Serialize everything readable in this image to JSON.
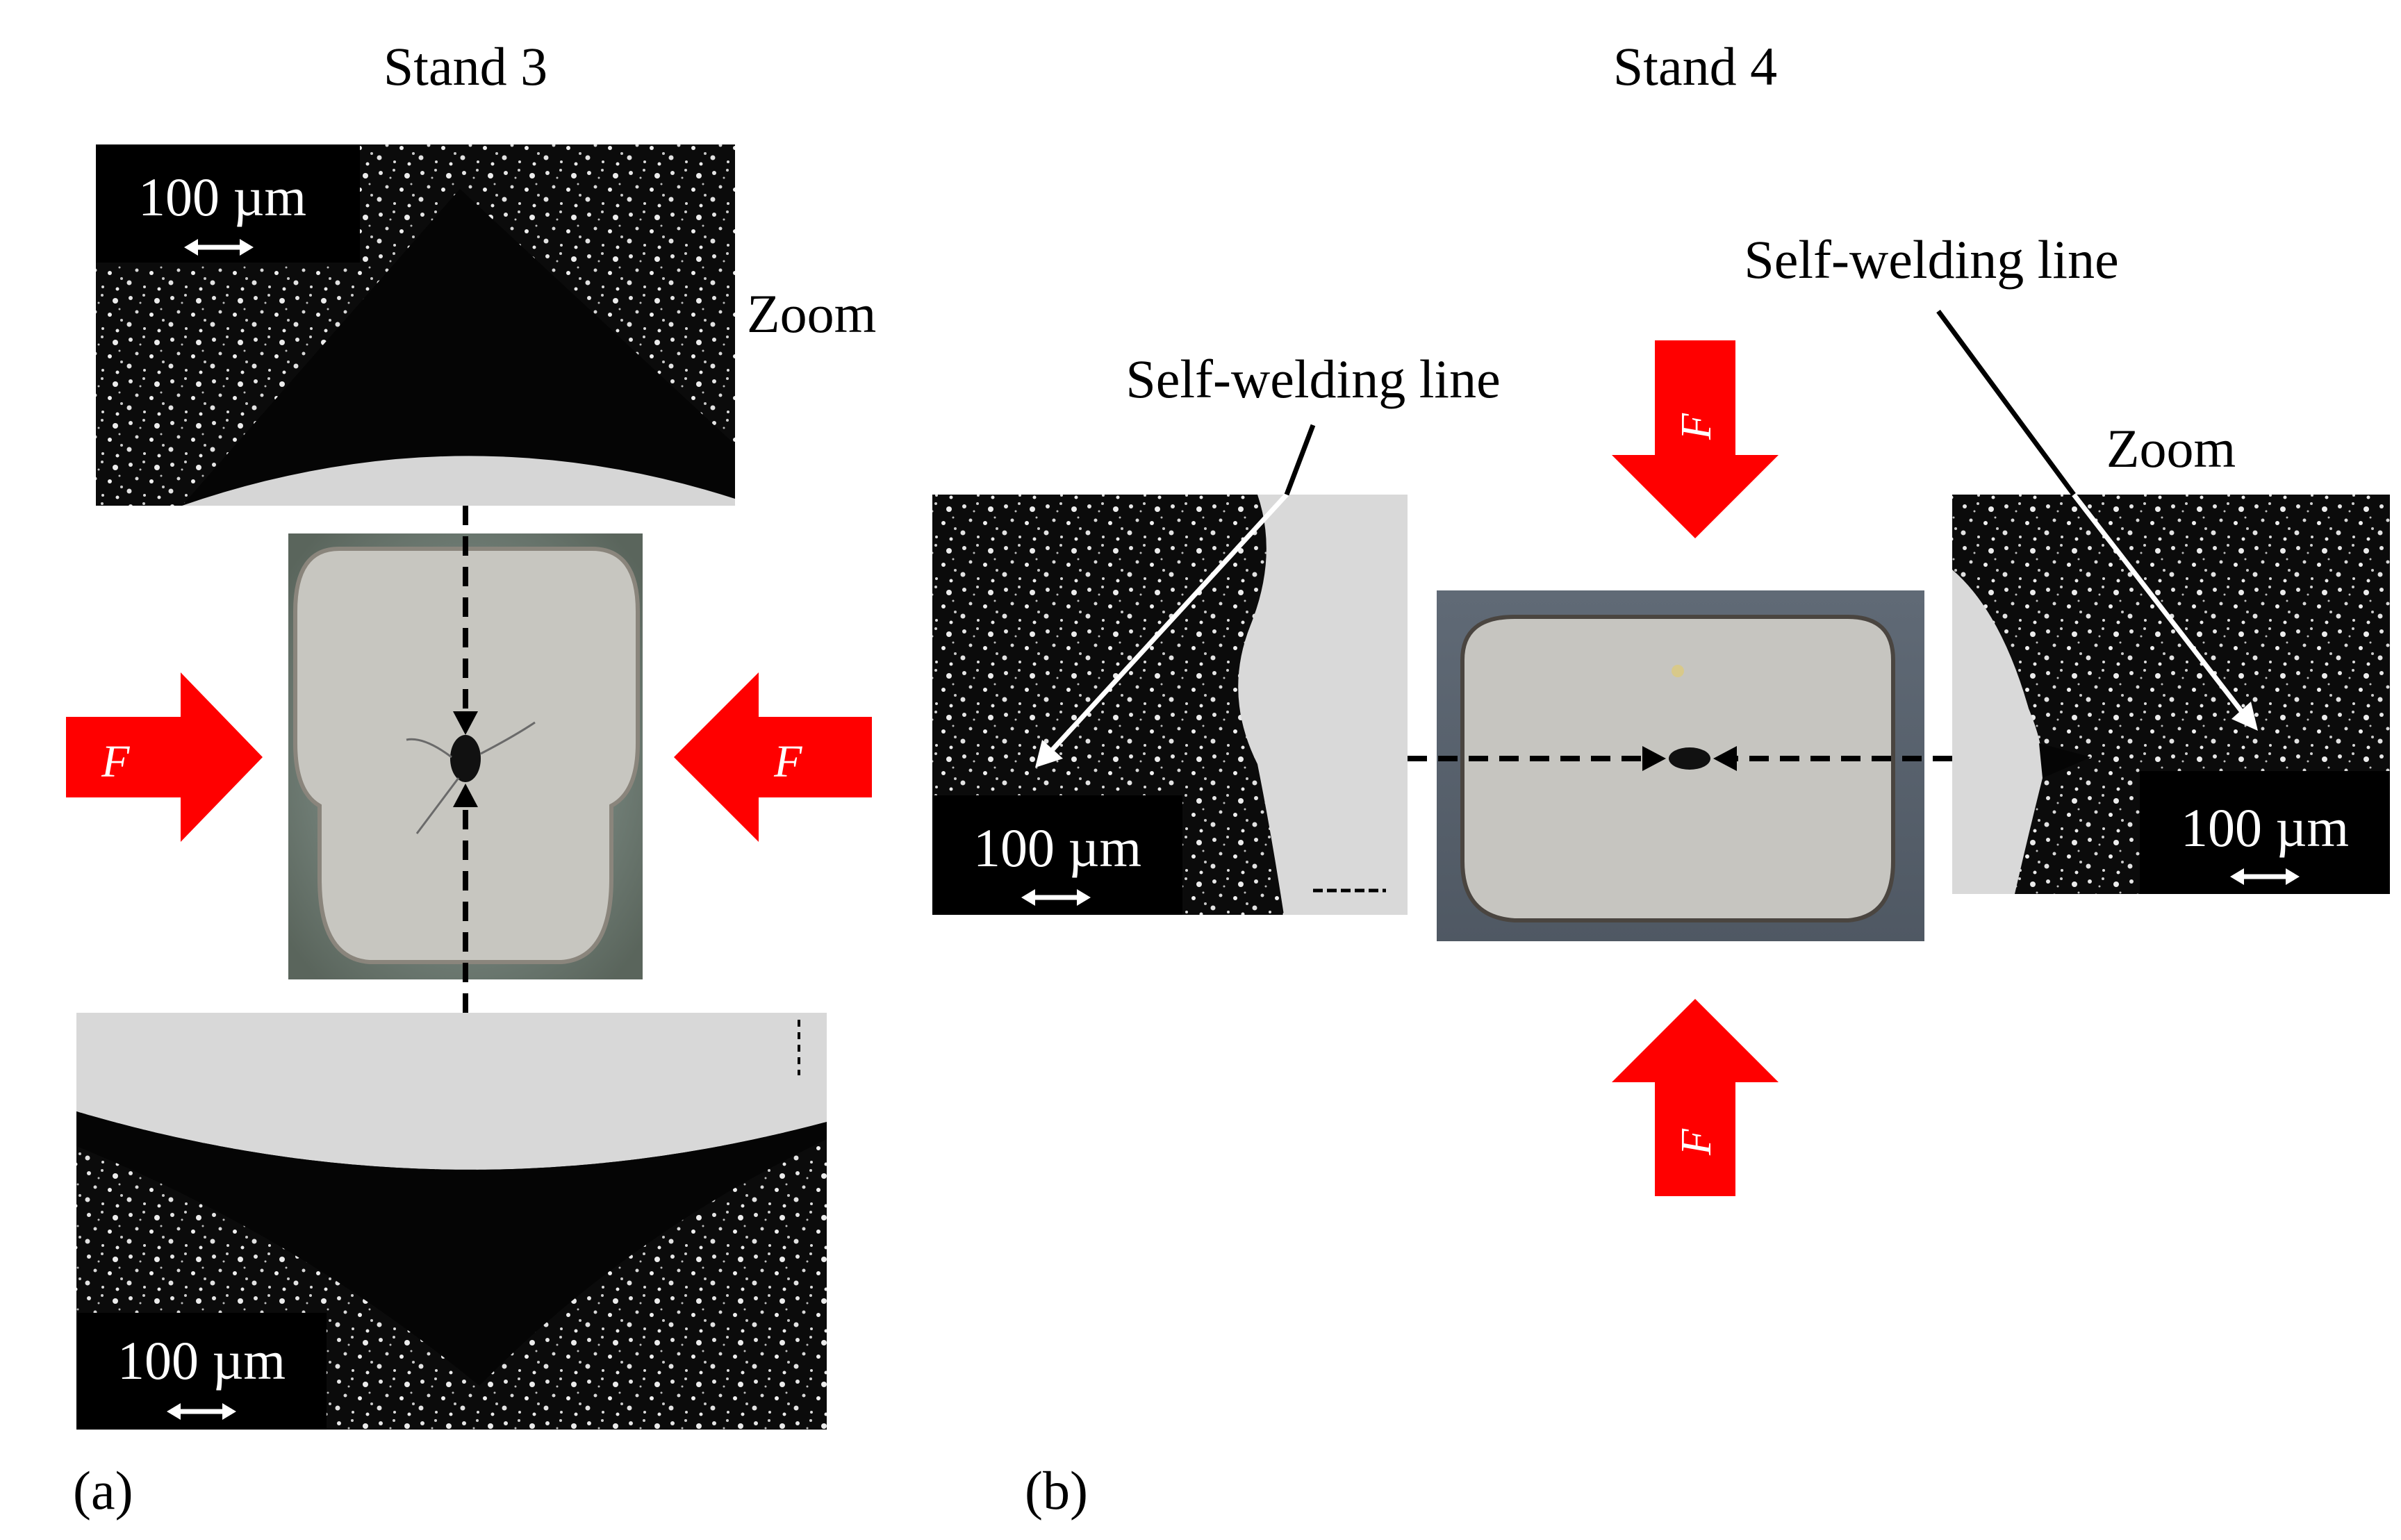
{
  "panel_a": {
    "title": "Stand 3",
    "panel_label": "(a)",
    "zoom_label": "Zoom",
    "scale_bar_top": "100 µm",
    "scale_bar_bottom": "100 µm",
    "force_left": "F⃗",
    "force_right": "F⃗"
  },
  "panel_b": {
    "title": "Stand 4",
    "panel_label": "(b)",
    "zoom_label": "Zoom",
    "weld_line_left": "Self-welding line",
    "weld_line_right": "Self-welding line",
    "scale_bar_left": "100 µm",
    "scale_bar_right": "100 µm",
    "force_top": "F⃗",
    "force_bottom": "F⃗"
  },
  "colors": {
    "force_arrow": "#ff0000",
    "micrograph_dark": "#0a0a0a",
    "micrograph_light": "#d4d4d4",
    "sample_surface": "#c7c6c0",
    "mount_background": "#5d6670"
  }
}
